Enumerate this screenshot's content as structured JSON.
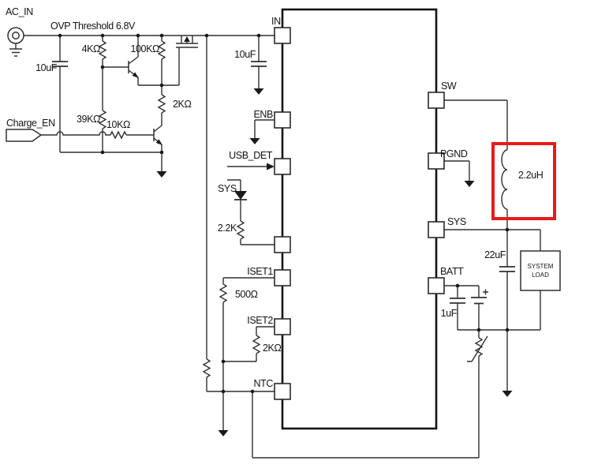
{
  "schematic": {
    "annotations": {
      "ovp_threshold": "OVP Threshold 6.8V"
    },
    "nets": {
      "ac_in": "AC_IN",
      "charge_en": "Charge_EN",
      "sys": "SYS"
    },
    "components": {
      "c_in1": "10uF",
      "r_ovp_top": "4KΩ",
      "r_ovp_bottom": "39KΩ",
      "r_gate_pullup": "100KΩ",
      "r_gate_series": "2KΩ",
      "r_base": "10KΩ",
      "c_in2": "10uF",
      "r_sys_diode": "2.2K",
      "r_iset1": "500Ω",
      "r_iset2": "2KΩ",
      "l_out": "2.2uH",
      "c_sys": "22uF",
      "c_batt": "1uF"
    },
    "load": {
      "line1": "SYSTEM",
      "line2": "LOAD"
    },
    "ic_pins": {
      "in": "IN",
      "enb": "ENB",
      "usb_det": "USB_DET",
      "iset1": "ISET1",
      "iset2": "ISET2",
      "ntc": "NTC",
      "sw": "SW",
      "pgnd": "PGND",
      "sys": "SYS",
      "batt": "BATT"
    },
    "colors": {
      "highlight": "#e81b1b",
      "wire": "#303030"
    }
  }
}
